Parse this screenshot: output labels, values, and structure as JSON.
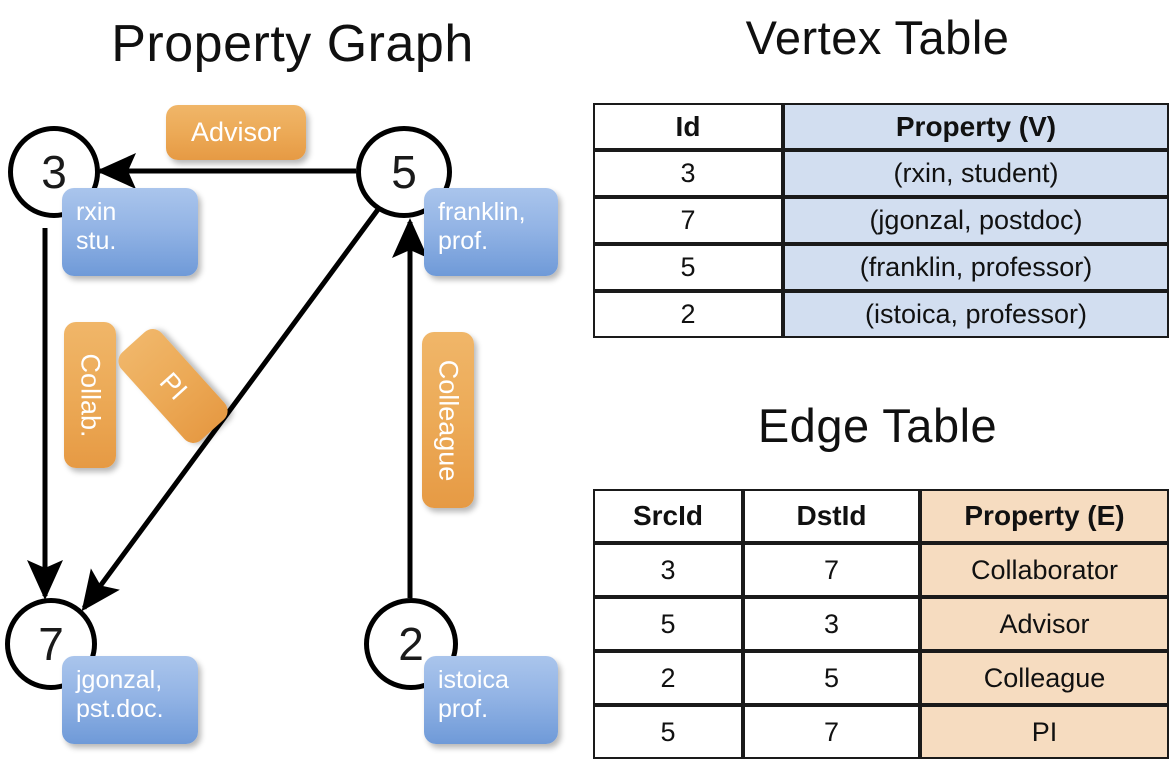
{
  "titles": {
    "property_graph": "Property Graph",
    "vertex_table": "Vertex Table",
    "edge_table": "Edge Table"
  },
  "colors": {
    "vertex_property_fill": "#d2def0",
    "edge_property_fill": "#f6dcc0",
    "vertex_callout_blue": "#93b4e5",
    "edge_label_orange": "#ecaa57",
    "stroke": "#000000",
    "background": "#ffffff"
  },
  "graph": {
    "nodes": [
      {
        "id": "3",
        "label": "3",
        "property_lines": [
          "rxin",
          "stu."
        ]
      },
      {
        "id": "5",
        "label": "5",
        "property_lines": [
          "franklin,",
          "prof."
        ]
      },
      {
        "id": "7",
        "label": "7",
        "property_lines": [
          "jgonzal,",
          "pst.doc."
        ]
      },
      {
        "id": "2",
        "label": "2",
        "property_lines": [
          "istoica",
          "prof."
        ]
      }
    ],
    "edge_labels": [
      {
        "id": "advisor",
        "text": "Advisor",
        "orientation": "horizontal"
      },
      {
        "id": "collab",
        "text": "Collab.",
        "orientation": "vertical"
      },
      {
        "id": "pi",
        "text": "PI",
        "orientation": "rotated"
      },
      {
        "id": "colleague",
        "text": "Colleague",
        "orientation": "vertical"
      }
    ],
    "edges": [
      {
        "src": "5",
        "dst": "3",
        "label": "Advisor"
      },
      {
        "src": "3",
        "dst": "7",
        "label": "Collab."
      },
      {
        "src": "5",
        "dst": "7",
        "label": "PI"
      },
      {
        "src": "2",
        "dst": "5",
        "label": "Colleague"
      }
    ]
  },
  "vertex_table": {
    "headers": [
      "Id",
      "Property (V)"
    ],
    "rows": [
      {
        "id": "3",
        "property": "(rxin, student)"
      },
      {
        "id": "7",
        "property": "(jgonzal, postdoc)"
      },
      {
        "id": "5",
        "property": "(franklin, professor)"
      },
      {
        "id": "2",
        "property": "(istoica, professor)"
      }
    ]
  },
  "edge_table": {
    "headers": [
      "SrcId",
      "DstId",
      "Property (E)"
    ],
    "rows": [
      {
        "src": "3",
        "dst": "7",
        "property": "Collaborator"
      },
      {
        "src": "5",
        "dst": "3",
        "property": "Advisor"
      },
      {
        "src": "2",
        "dst": "5",
        "property": "Colleague"
      },
      {
        "src": "5",
        "dst": "7",
        "property": "PI"
      }
    ]
  }
}
